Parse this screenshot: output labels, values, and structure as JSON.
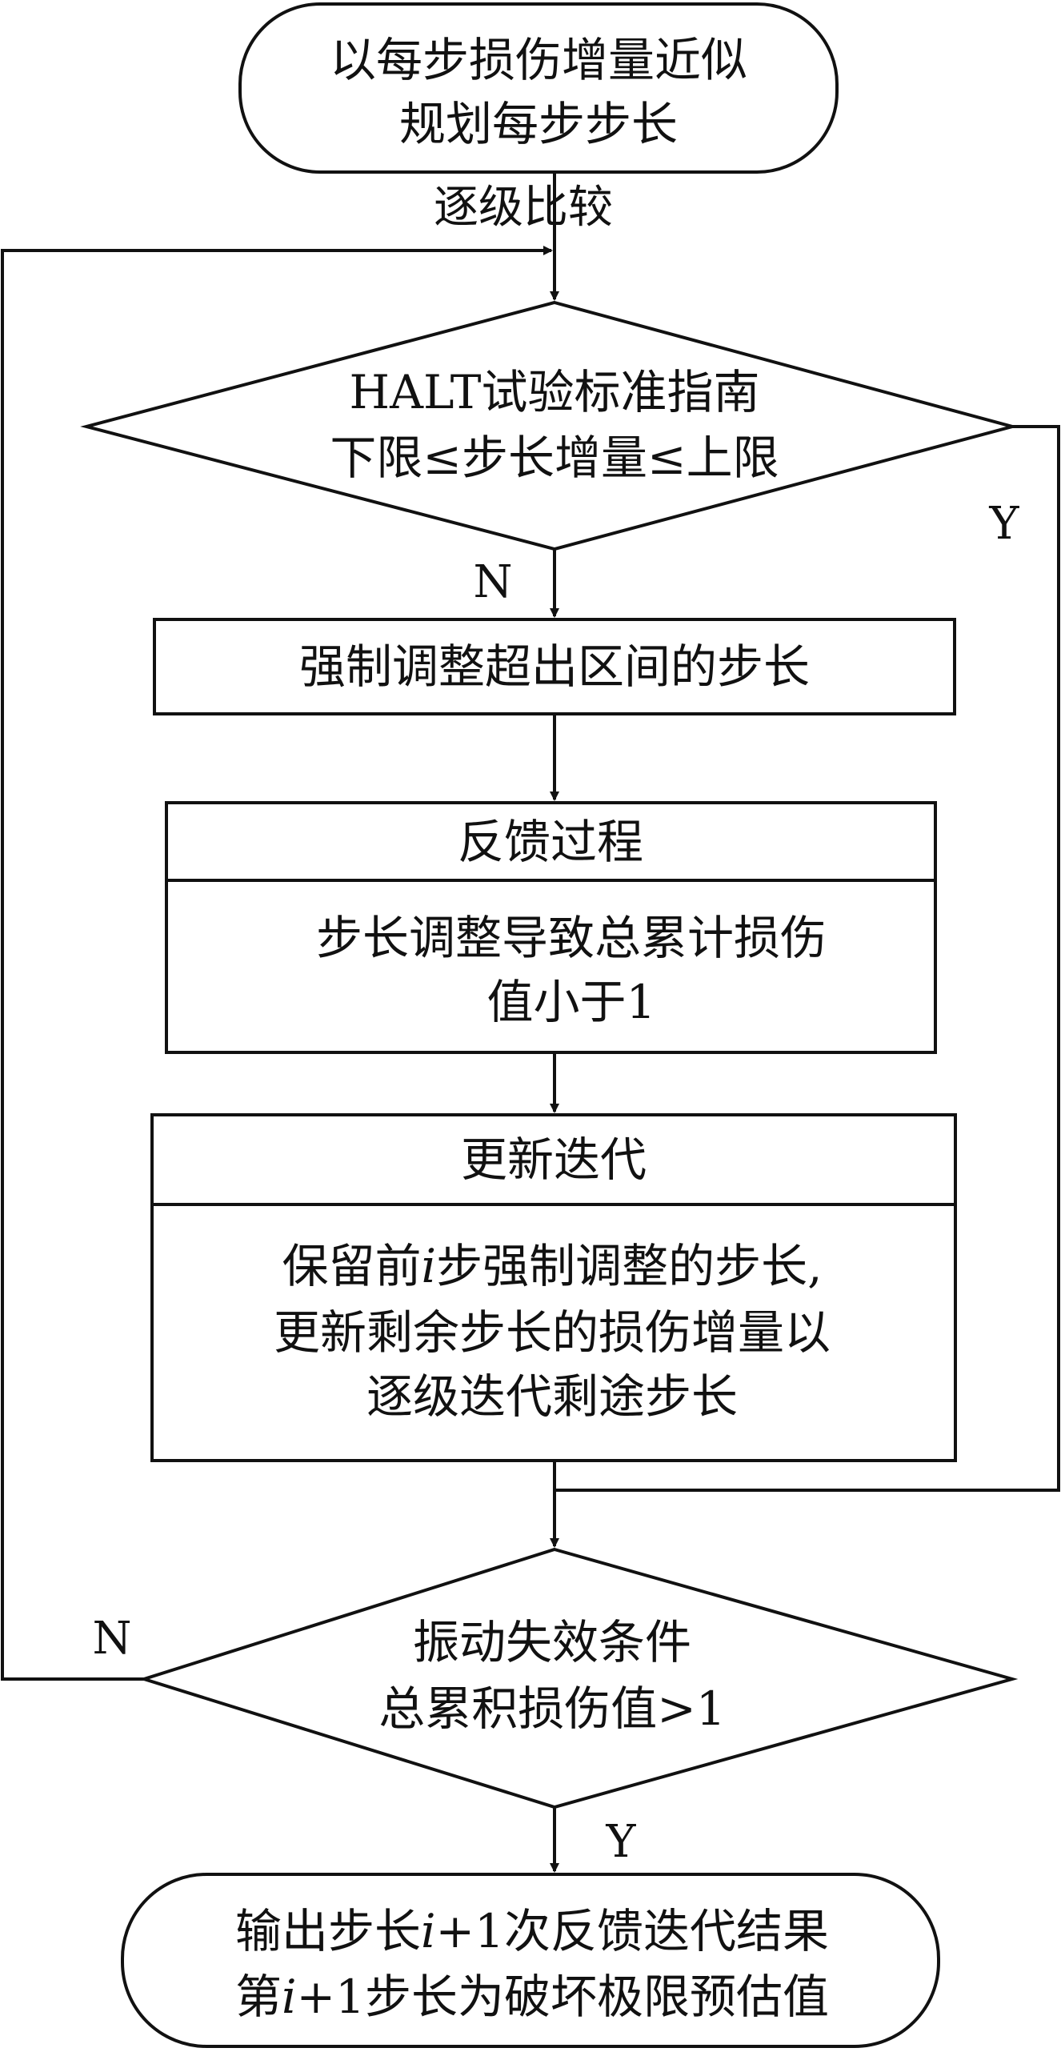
{
  "start_node": {
    "line1": "以每步损伤增量近似",
    "line2": "规划每步步长"
  },
  "edge_start": {
    "label": "逐级比较"
  },
  "decision1": {
    "line1": "HALT试验标准指南",
    "line2": "下限≤步长增量≤上限",
    "yes_label": "Y",
    "no_label": "N"
  },
  "process1": {
    "text": "强制调整超出区间的步长"
  },
  "feedback": {
    "header": "反馈过程",
    "line1": "步长调整导致总累计损伤",
    "line2": "值小于1"
  },
  "update": {
    "header": "更新迭代",
    "line1_a": "保留前",
    "line1_i": "i",
    "line1_b": "步强制调整的步长,",
    "line2": "更新剩余步长的损伤增量以",
    "line3": "逐级迭代剩途步长"
  },
  "decision2": {
    "line1": "振动失效条件",
    "line2": "总累积损伤值>1",
    "no_label": "N",
    "yes_label": "Y"
  },
  "end_node": {
    "line1_a": "输出步长",
    "line1_i": "i",
    "line1_b": "+1次反馈迭代结果",
    "line2_a": "第",
    "line2_i": "i",
    "line2_b": "+1步长为破坏极限预估值"
  }
}
